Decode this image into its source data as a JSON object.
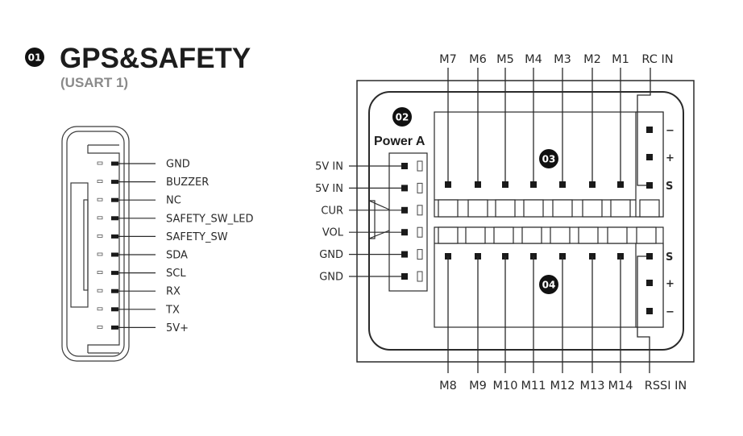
{
  "section1": {
    "badge": "01",
    "title": "GPS&SAFETY",
    "subtitle": "(USART 1)",
    "pins": [
      "GND",
      "BUZZER",
      "NC",
      "SAFETY_SW_LED",
      "SAFETY_SW",
      "SDA",
      "SCL",
      "RX",
      "TX",
      "5V+"
    ]
  },
  "power": {
    "badge": "02",
    "title": "Power A",
    "pins": [
      "5V IN",
      "5V IN",
      "CUR",
      "VOL",
      "GND",
      "GND"
    ]
  },
  "top_row": {
    "badge": "03",
    "labels": [
      "M7",
      "M6",
      "M5",
      "M4",
      "M3",
      "M2",
      "M1"
    ],
    "rc_label": "RC IN",
    "rc_pins": [
      "−",
      "+",
      "S"
    ]
  },
  "bottom_row": {
    "badge": "04",
    "labels": [
      "M8",
      "M9",
      "M10",
      "M11",
      "M12",
      "M13",
      "M14"
    ],
    "rssi_label": "RSSI IN",
    "rssi_pins": [
      "S",
      "+",
      "−"
    ]
  },
  "colors": {
    "ink": "#1a1a1a",
    "line": "#2a2a2a",
    "muted": "#8a8a8a",
    "badge": "#111111"
  }
}
